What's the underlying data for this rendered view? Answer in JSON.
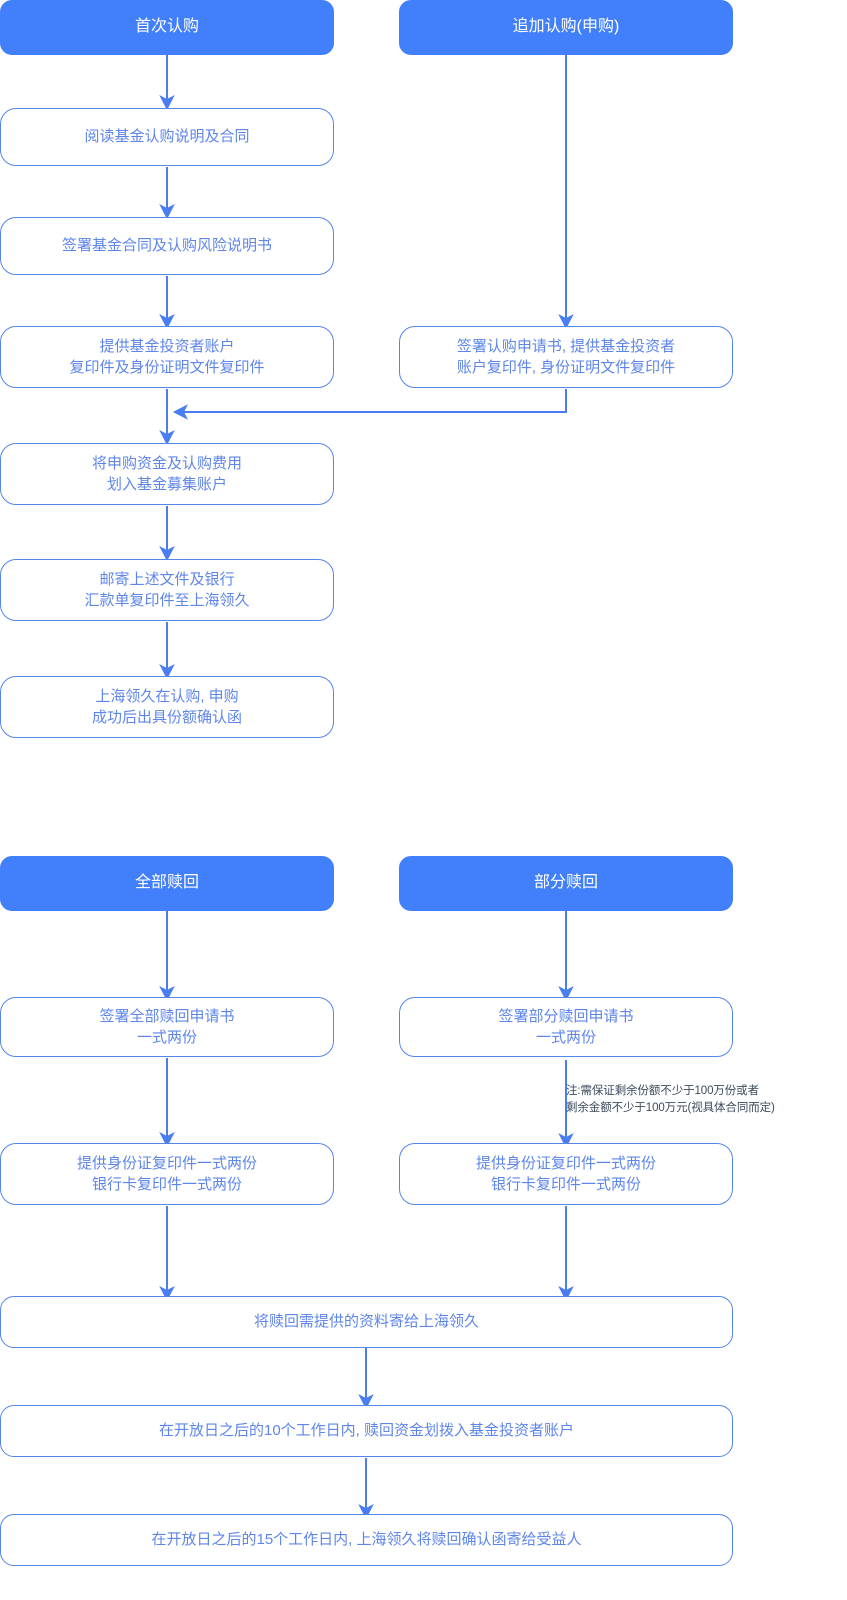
{
  "diagram": {
    "title_hidden": "",
    "colors": {
      "header_fill": "#4280fb",
      "header_text": "#ffffff",
      "box_border": "#5486ea",
      "box_text": "#5e85ea",
      "box_fill": "#ffffff",
      "connector": "#4a7ef0",
      "note_text": "#3b4a5c",
      "background": "#ffffff"
    },
    "sections": [
      {
        "id": "subscription",
        "headers": [
          {
            "id": "first-subscription",
            "label": "首次认购"
          },
          {
            "id": "additional-subscription",
            "label": "追加认购(申购)"
          }
        ],
        "steps": [
          {
            "id": "read-prospectus",
            "label": "阅读基金认购说明及合同"
          },
          {
            "id": "sign-contract",
            "label": "签署基金合同及认购风险说明书"
          },
          {
            "id": "provide-account-left",
            "label": "提供基金投资者账户\n复印件及身份证明文件复印件"
          },
          {
            "id": "sign-application-right",
            "label": "签署认购申请书, 提供基金投资者\n账户复印件, 身份证明文件复印件"
          },
          {
            "id": "transfer-funds",
            "label": "将申购资金及认购费用\n划入基金募集账户"
          },
          {
            "id": "mail-documents",
            "label": "邮寄上述文件及银行\n汇款单复印件至上海领久"
          },
          {
            "id": "confirmation-letter",
            "label": "上海领久在认购, 申购\n成功后出具份额确认函"
          }
        ]
      },
      {
        "id": "redemption",
        "headers": [
          {
            "id": "full-redemption",
            "label": "全部赎回"
          },
          {
            "id": "partial-redemption",
            "label": "部分赎回"
          }
        ],
        "steps": [
          {
            "id": "sign-full-redemption-form",
            "label": "签署全部赎回申请书\n一式两份"
          },
          {
            "id": "sign-partial-redemption-form",
            "label": "签署部分赎回申请书\n一式两份"
          },
          {
            "id": "provide-id-copies-left",
            "label": "提供身份证复印件一式两份\n银行卡复印件一式两份"
          },
          {
            "id": "provide-id-copies-right",
            "label": "提供身份证复印件一式两份\n银行卡复印件一式两份"
          },
          {
            "id": "mail-redemption-materials",
            "label": "将赎回需提供的资料寄给上海领久"
          },
          {
            "id": "redemption-funds-transfer",
            "label": "在开放日之后的10个工作日内, 赎回资金划拨入基金投资者账户"
          },
          {
            "id": "redemption-confirmation-letter",
            "label": "在开放日之后的15个工作日内, 上海领久将赎回确认函寄给受益人"
          }
        ],
        "notes": [
          {
            "id": "partial-redemption-note",
            "text": "注:需保证剩余份额不少于100万份或者\n剩余金额不少于100万元(视具体合同而定)"
          }
        ]
      }
    ]
  }
}
